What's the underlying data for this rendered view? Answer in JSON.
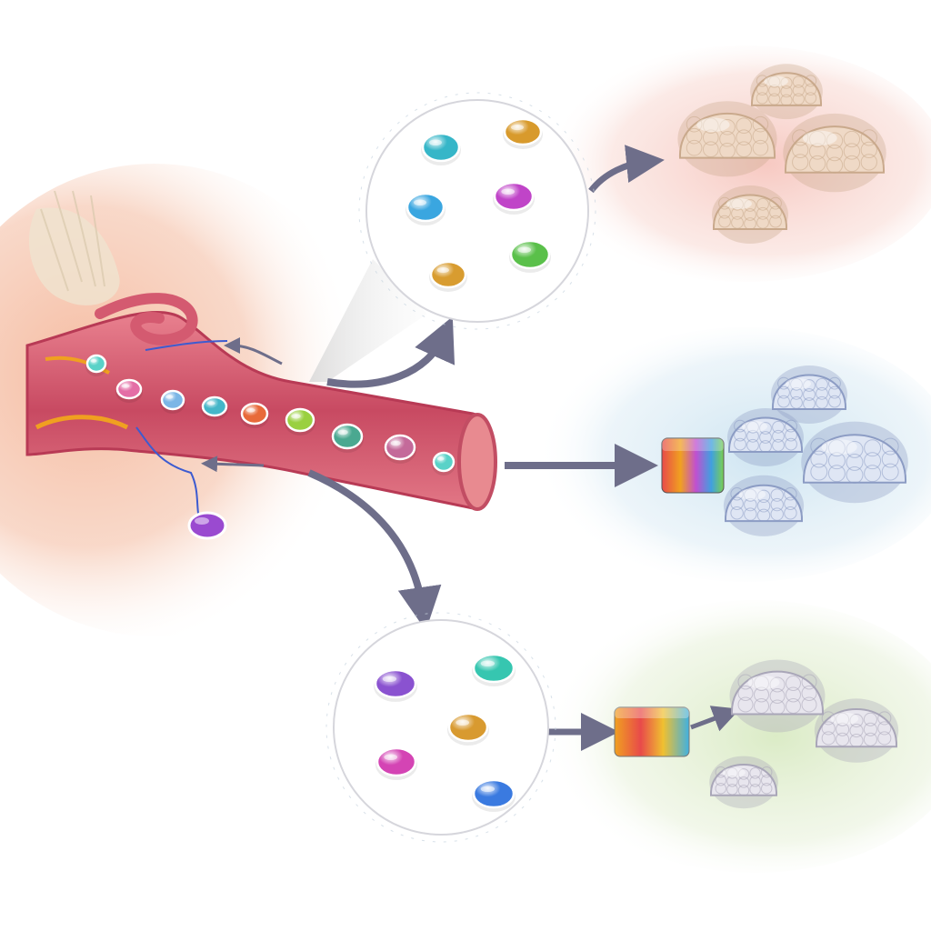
{
  "diagram": {
    "tissue": {
      "color": "#f1b59a",
      "highlight": "#f8d3c0"
    },
    "vessel": {
      "wall_color": "#d85a6e",
      "lumen_color": "#c04660",
      "opening_color": "#e88a90",
      "cell_colors": [
        "#5ad2c8",
        "#e46ea6",
        "#7bb6e6",
        "#44b6c8",
        "#e86a3a",
        "#9ad040",
        "#4aa890",
        "#c46a9a"
      ]
    },
    "escaped_cell": {
      "color": "#9a4ad0"
    },
    "magnifier_top": {
      "cell_colors": [
        "#36b6c8",
        "#d89a2c",
        "#3aa6e0",
        "#c044c8",
        "#d89c30",
        "#5ac04a"
      ]
    },
    "magnifier_bottom": {
      "cell_colors": [
        "#8a52d0",
        "#36c6b0",
        "#d89a30",
        "#d444b4",
        "#3a7ae0"
      ]
    },
    "arrow_color": "#6e6e8a",
    "clusters": [
      {
        "name": "peach",
        "background": "#f6c7c0",
        "cell_color": "#efd9c6",
        "edge_color": "#c9a98c"
      },
      {
        "name": "blue",
        "background": "#cfe6f2",
        "cell_color": "#dfe6f4",
        "edge_color": "#8c9cc4"
      },
      {
        "name": "green",
        "background": "#dcebc6",
        "cell_color": "#e8e6ee",
        "edge_color": "#a9a6b8"
      }
    ],
    "prism_colors": [
      "#e84a4a",
      "#f0a020",
      "#7ad050",
      "#40a0e0",
      "#c050d0"
    ]
  }
}
